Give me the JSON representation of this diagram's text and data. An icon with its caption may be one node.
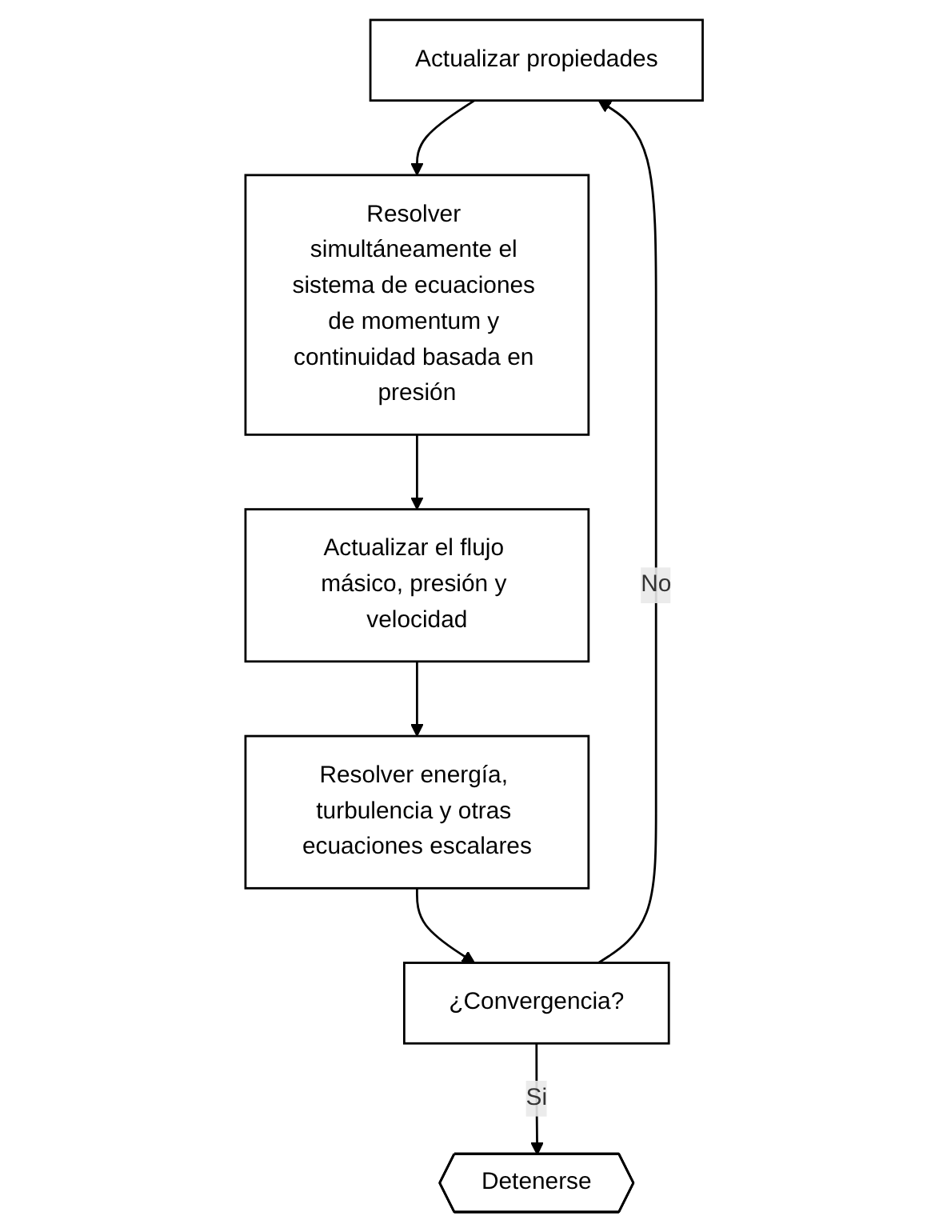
{
  "diagram": {
    "nodes": [
      {
        "text": [
          "Actualizar propiedades"
        ]
      },
      {
        "text": [
          "Resolver simultáneamente el sistema de ecuaciones de momentum y continuidad basada en presión"
        ]
      },
      {
        "text": [
          "Actualizar el flujo másico, presión y velocidad"
        ]
      },
      {
        "text": [
          "Resolver energía, turbulencia y otras ecuaciones escalares"
        ]
      },
      {
        "text": [
          "¿Convergencia?"
        ]
      },
      {
        "text": [
          "Detenerse"
        ]
      }
    ],
    "edges": [
      {
        "from": 0,
        "to": 1,
        "arrow": "to"
      },
      {
        "from": 1,
        "to": 2,
        "arrow": "to"
      },
      {
        "from": 2,
        "to": 3,
        "arrow": "to"
      },
      {
        "from": 3,
        "to": 4,
        "arrow": "to"
      },
      {
        "from": 4,
        "to": 0,
        "arrow": "to",
        "label": "No"
      },
      {
        "from": 4,
        "to": 5,
        "arrow": "to",
        "label": "Si"
      }
    ]
  }
}
